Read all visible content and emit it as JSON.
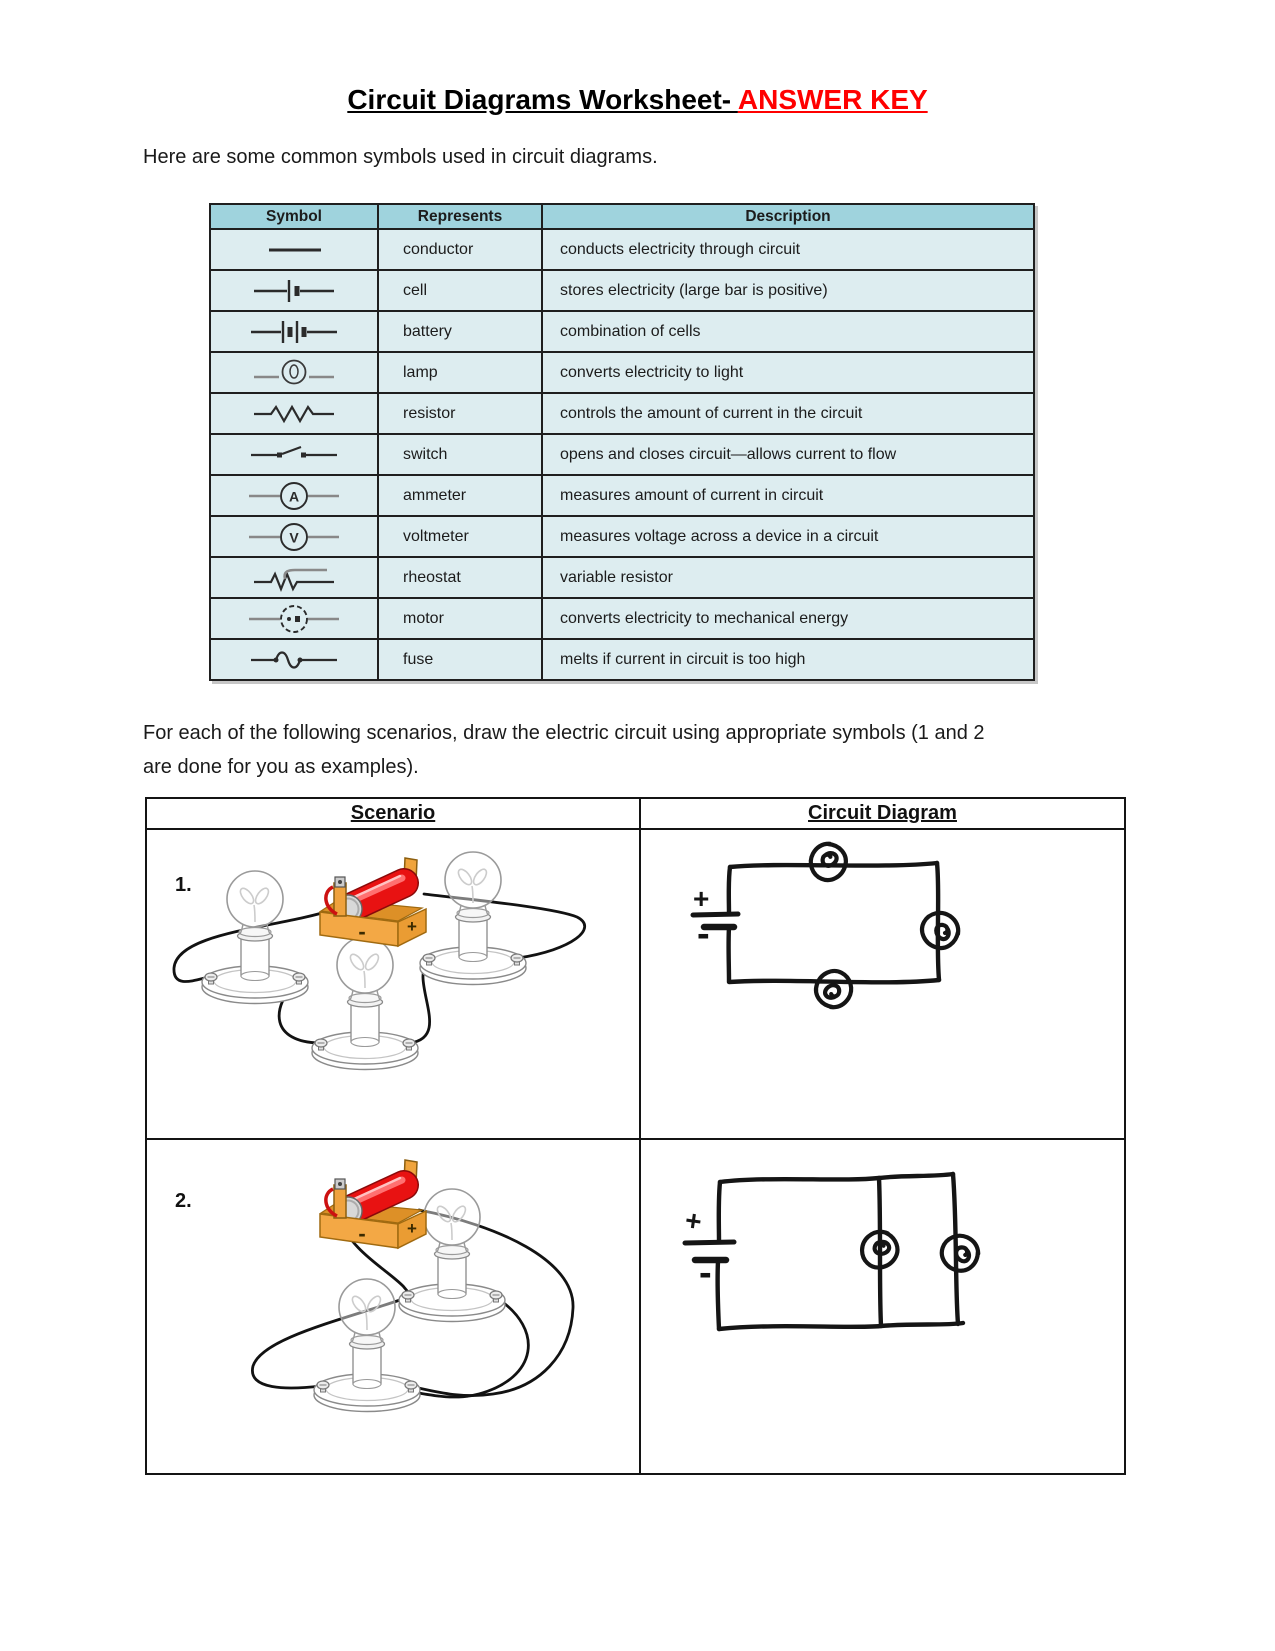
{
  "page": {
    "title_black": "Circuit Diagrams Worksheet- ",
    "title_red": "ANSWER KEY",
    "intro": "Here are some common symbols used in circuit diagrams.",
    "instructions_line1": "For each of the following scenarios, draw the electric circuit using appropriate symbols (1 and 2",
    "instructions_line2": "are done for you as examples)."
  },
  "colors": {
    "answer_key_red": "#ff0000",
    "symbols_header_bg": "#9fd3dd",
    "symbols_row_bg": "#ddedf0",
    "table_border": "#1f1f1f",
    "battery_red": "#e81212",
    "battery_box_orange": "#f3a845"
  },
  "symbols_table": {
    "headers": [
      "Symbol",
      "Represents",
      "Description"
    ],
    "rows": [
      {
        "symbol_icon": "conductor-symbol",
        "represents": "conductor",
        "description": "conducts electricity through circuit"
      },
      {
        "symbol_icon": "cell-symbol",
        "represents": "cell",
        "description": "stores electricity (large bar is positive)"
      },
      {
        "symbol_icon": "battery-symbol",
        "represents": "battery",
        "description": "combination of cells"
      },
      {
        "symbol_icon": "lamp-symbol",
        "represents": "lamp",
        "description": "converts electricity to light"
      },
      {
        "symbol_icon": "resistor-symbol",
        "represents": "resistor",
        "description": "controls the amount of current in the circuit"
      },
      {
        "symbol_icon": "switch-symbol",
        "represents": "switch",
        "description": "opens and closes circuit—allows current to flow"
      },
      {
        "symbol_icon": "ammeter-symbol",
        "represents": "ammeter",
        "description": "measures amount of current in circuit",
        "symbol_letter": "A"
      },
      {
        "symbol_icon": "voltmeter-symbol",
        "represents": "voltmeter",
        "description": "measures voltage across a device in a circuit",
        "symbol_letter": "V"
      },
      {
        "symbol_icon": "rheostat-symbol",
        "represents": "rheostat",
        "description": "variable resistor"
      },
      {
        "symbol_icon": "motor-symbol",
        "represents": "motor",
        "description": "converts electricity to mechanical energy"
      },
      {
        "symbol_icon": "fuse-symbol",
        "represents": "fuse",
        "description": "melts if current in circuit is too high"
      }
    ]
  },
  "scenarios_table": {
    "headers": [
      "Scenario",
      "Circuit Diagram"
    ],
    "battery_plus": "+",
    "battery_minus": "-",
    "rows": [
      {
        "number": "1.",
        "illustration_icon": "battery-and-three-bulbs-series-illustration",
        "diagram_icon": "hand-drawn-series-circuit-cell-and-three-lamps",
        "diagram_plus": "+",
        "diagram_minus": "-"
      },
      {
        "number": "2.",
        "illustration_icon": "battery-and-two-bulbs-parallel-illustration",
        "diagram_icon": "hand-drawn-parallel-circuit-cell-and-two-lamps",
        "diagram_plus": "+",
        "diagram_minus": "-"
      }
    ]
  }
}
